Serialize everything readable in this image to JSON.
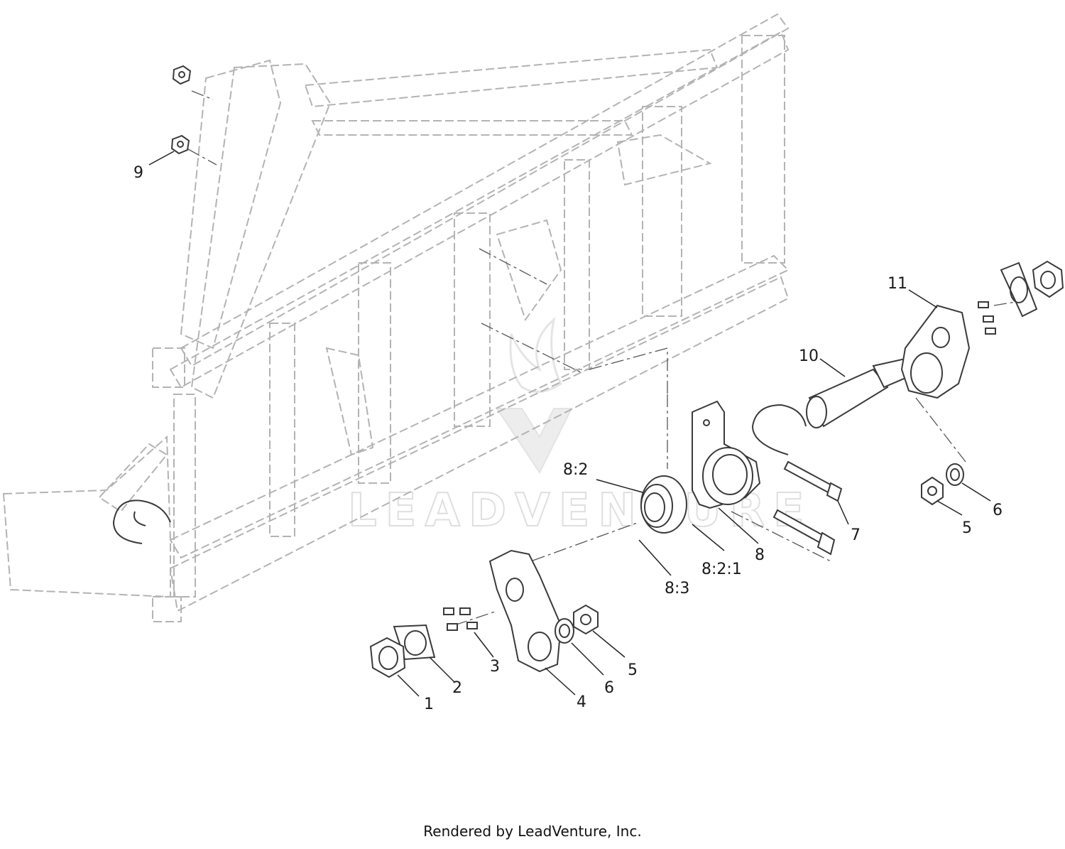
{
  "diagram": {
    "callouts": [
      {
        "id": "c1",
        "label": "1"
      },
      {
        "id": "c2",
        "label": "2"
      },
      {
        "id": "c3",
        "label": "3"
      },
      {
        "id": "c4",
        "label": "4"
      },
      {
        "id": "c5a",
        "label": "5"
      },
      {
        "id": "c6a",
        "label": "6"
      },
      {
        "id": "c5b",
        "label": "5"
      },
      {
        "id": "c6b",
        "label": "6"
      },
      {
        "id": "c7",
        "label": "7"
      },
      {
        "id": "c8",
        "label": "8"
      },
      {
        "id": "c82",
        "label": "8:2"
      },
      {
        "id": "c821",
        "label": "8:2:1"
      },
      {
        "id": "c83",
        "label": "8:3"
      },
      {
        "id": "c9",
        "label": "9"
      },
      {
        "id": "c10",
        "label": "10"
      },
      {
        "id": "c11",
        "label": "11"
      }
    ],
    "watermark": "LEADVENTURE",
    "line_color": "#3a3a3a",
    "faded_color": "#b8b8b8"
  },
  "footer": {
    "text": "Rendered by LeadVenture, Inc."
  }
}
